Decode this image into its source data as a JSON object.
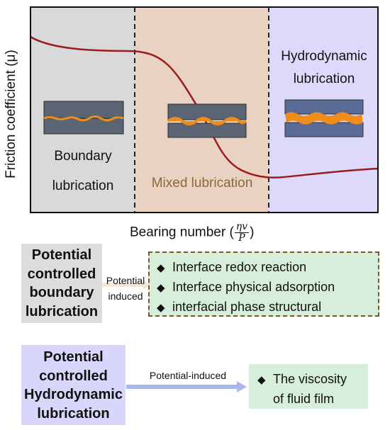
{
  "plot": {
    "y_axis_label": "Friction coefficient (μ)",
    "x_axis_label_prefix": "Bearing number (",
    "x_axis_fraction_numerator": "ηv",
    "x_axis_fraction_denominator": "P",
    "x_axis_label_suffix": ")",
    "regimes": [
      {
        "id": "boundary",
        "label_line1": "Boundary",
        "label_line2": "lubrication",
        "color": "#d9d9d9"
      },
      {
        "id": "mixed",
        "label": "Mixed lubrication",
        "color": "#ead2c2",
        "label_color": "#8a6a3a"
      },
      {
        "id": "hydrodynamic",
        "label_line1": "Hydrodynamic",
        "label_line2": "lubrication",
        "color": "#dcd9fb"
      }
    ],
    "curve_color": "#9b1c1c"
  },
  "boundary_panel": {
    "title_lines": [
      "Potential",
      "controlled",
      "boundary",
      "lubrication"
    ],
    "arrow_label_line1": "Potential",
    "arrow_label_line2": "induced",
    "mechanisms": [
      "Interface redox reaction",
      "Interface physical adsorption",
      "interfacial phase structural"
    ],
    "bullet": "◆"
  },
  "hydro_panel": {
    "title_lines": [
      "Potential",
      "controlled",
      "Hydrodynamic",
      "lubrication"
    ],
    "arrow_label": "Potential-induced",
    "result_line1": "The viscosity",
    "result_line2": "of fluid film",
    "bullet": "◆"
  },
  "colors": {
    "grey_box": "#dcdcdc",
    "green_box": "#d7eedb",
    "dashed_border": "#7a5a2a",
    "blue_box": "#d9d6fb",
    "arrow": "#a9b8ea",
    "orange": "#f08c1a"
  }
}
